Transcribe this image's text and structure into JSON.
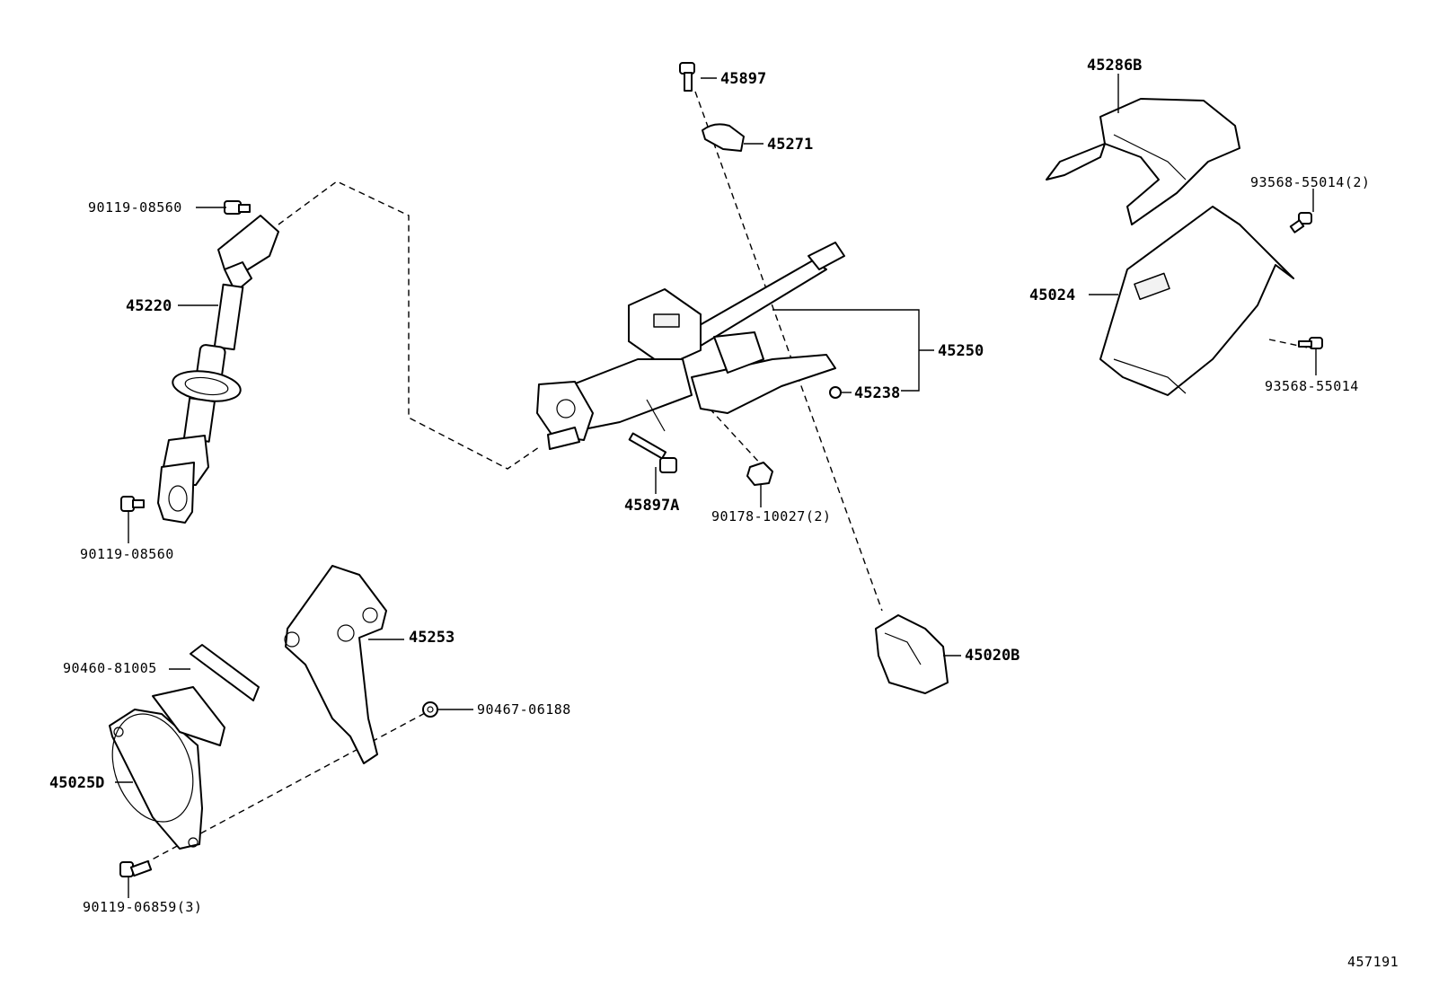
{
  "diagram_id": "457191",
  "labels": {
    "l45897": "45897",
    "l45271": "45271",
    "l45286B": "45286B",
    "l90119_top": "90119-08560",
    "l93568_2": "93568-55014(2)",
    "l45220": "45220",
    "l45024": "45024",
    "l45250": "45250",
    "l45238": "45238",
    "l93568": "93568-55014",
    "l45897A": "45897A",
    "l90178": "90178-10027(2)",
    "l90119_bot": "90119-08560",
    "l45253": "45253",
    "l45020B": "45020B",
    "l90460": "90460-81005",
    "l90467": "90467-06188",
    "l45025D": "45025D",
    "l90119_06859": "90119-06859(3)"
  }
}
